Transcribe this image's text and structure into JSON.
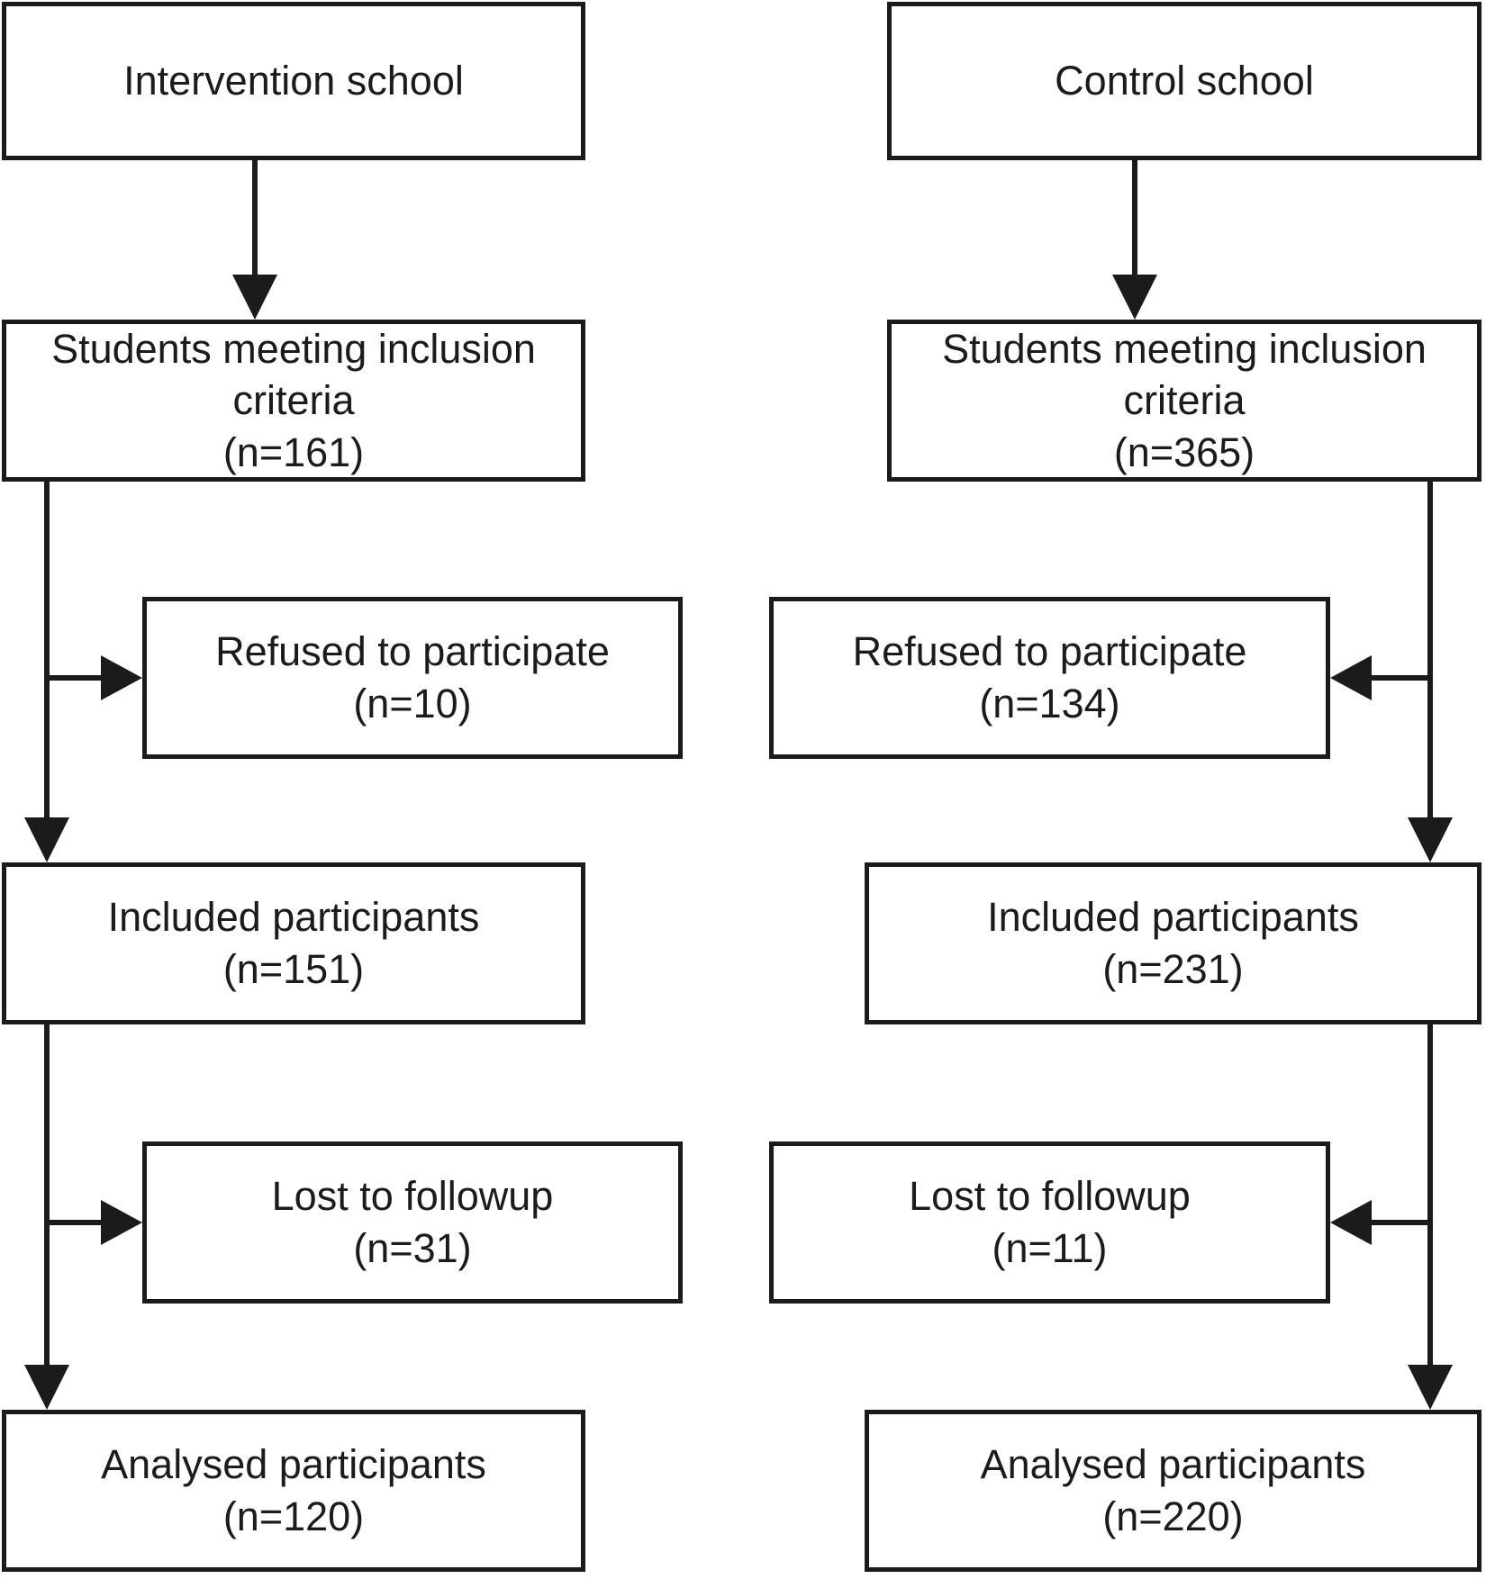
{
  "colors": {
    "ink": "#1b1b1b",
    "background": "#ffffff"
  },
  "left": {
    "header": "Intervention school",
    "inclusion": {
      "label": "Students meeting inclusion criteria",
      "n": "(n=161)"
    },
    "refused": {
      "label": "Refused to participate",
      "n": "(n=10)"
    },
    "included": {
      "label": "Included participants",
      "n": "(n=151)"
    },
    "lost": {
      "label": "Lost to followup",
      "n": "(n=31)"
    },
    "analysed": {
      "label": "Analysed participants",
      "n": "(n=120)"
    }
  },
  "right": {
    "header": "Control school",
    "inclusion": {
      "label": "Students meeting inclusion criteria",
      "n": "(n=365)"
    },
    "refused": {
      "label": "Refused to participate",
      "n": "(n=134)"
    },
    "included": {
      "label": "Included participants",
      "n": "(n=231)"
    },
    "lost": {
      "label": "Lost to followup",
      "n": "(n=11)"
    },
    "analysed": {
      "label": "Analysed participants",
      "n": "(n=220)"
    }
  }
}
